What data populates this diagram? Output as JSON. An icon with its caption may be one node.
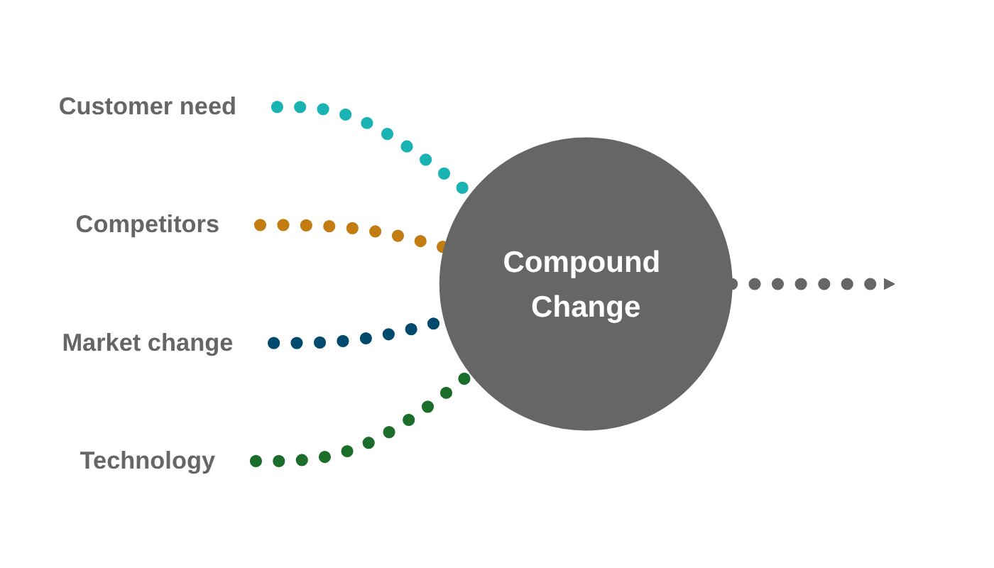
{
  "diagram": {
    "nodes": [
      {
        "text": [
          "Customer need"
        ]
      },
      {
        "text": [
          "Competitors"
        ]
      },
      {
        "text": [
          "Market change"
        ]
      },
      {
        "text": [
          "Technology"
        ]
      },
      {
        "text": [
          "Compound Change"
        ]
      }
    ],
    "edges": [
      {
        "from": 0,
        "to": 4,
        "arrow": "none",
        "style": "dashed",
        "color": "#1ab3b3"
      },
      {
        "from": 1,
        "to": 4,
        "arrow": "none",
        "style": "dashed",
        "color": "#c27c12"
      },
      {
        "from": 2,
        "to": 4,
        "arrow": "none",
        "style": "dashed",
        "color": "#004a6e"
      },
      {
        "from": 3,
        "to": 4,
        "arrow": "none",
        "style": "dashed",
        "color": "#1a6e2a"
      },
      {
        "from": 4,
        "to": null,
        "arrow": "to",
        "style": "dashed",
        "color": "#666666"
      }
    ]
  }
}
